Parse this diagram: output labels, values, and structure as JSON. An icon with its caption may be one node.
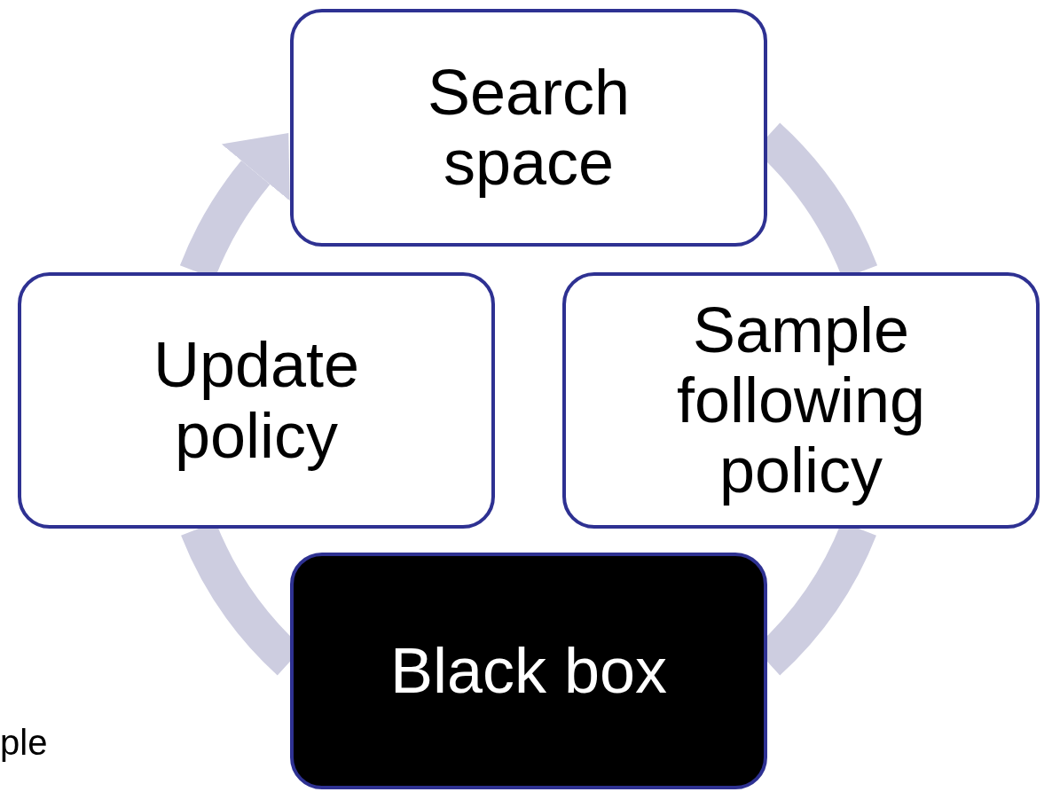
{
  "diagram": {
    "nodes": [
      {
        "text": [
          "Search space"
        ]
      },
      {
        "text": [
          "Sample following policy"
        ]
      },
      {
        "text": [
          "Black box"
        ]
      },
      {
        "text": [
          "Update policy"
        ]
      }
    ],
    "edges": [
      {
        "from": 0,
        "to": 1,
        "arrow": "none"
      },
      {
        "from": 1,
        "to": 2,
        "arrow": "none"
      },
      {
        "from": 2,
        "to": 3,
        "arrow": "none"
      },
      {
        "from": 3,
        "to": 0,
        "arrow": "to"
      }
    ],
    "labels": [
      "ple"
    ]
  }
}
